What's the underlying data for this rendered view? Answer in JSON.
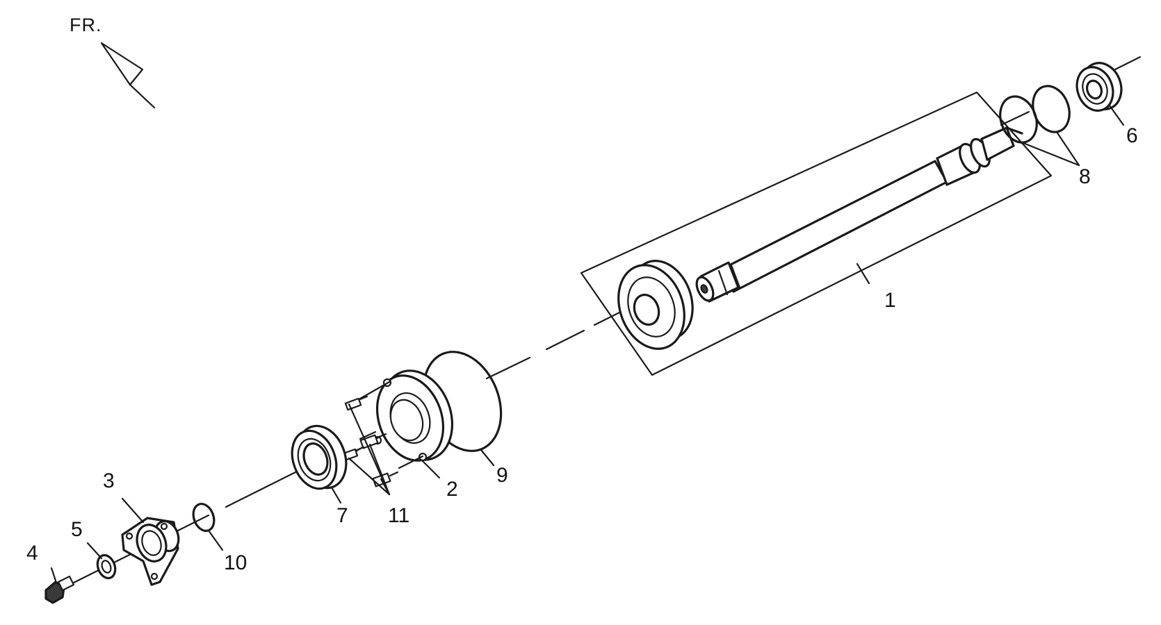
{
  "diagram": {
    "direction_marker": {
      "label": "FR."
    },
    "callouts": [
      {
        "id": "1",
        "label": "1"
      },
      {
        "id": "2",
        "label": "2"
      },
      {
        "id": "3",
        "label": "3"
      },
      {
        "id": "4",
        "label": "4"
      },
      {
        "id": "5",
        "label": "5"
      },
      {
        "id": "6",
        "label": "6"
      },
      {
        "id": "7",
        "label": "7"
      },
      {
        "id": "8",
        "label": "8"
      },
      {
        "id": "9",
        "label": "9"
      },
      {
        "id": "10",
        "label": "10"
      },
      {
        "id": "11",
        "label": "11"
      }
    ]
  }
}
